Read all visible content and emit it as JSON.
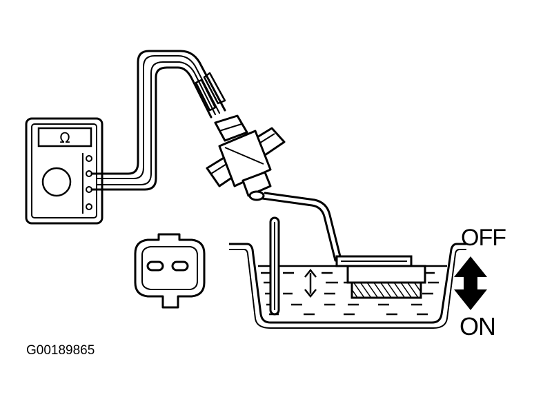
{
  "diagram": {
    "meter_symbol": "Ω",
    "float_states": {
      "off_label": "OFF",
      "on_label": "ON"
    },
    "figure_id": "G00189865"
  }
}
